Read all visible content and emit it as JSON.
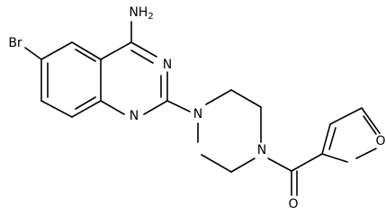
{
  "molecule": {
    "atoms": {
      "nh2": "NH2",
      "br": "Br",
      "n1": "N",
      "n3": "N",
      "n_pip1": "N",
      "n_pip4": "N",
      "o_furan": "O",
      "o_carbonyl": "O"
    }
  },
  "colors": {
    "line": "#000000",
    "background": "#ffffff"
  }
}
